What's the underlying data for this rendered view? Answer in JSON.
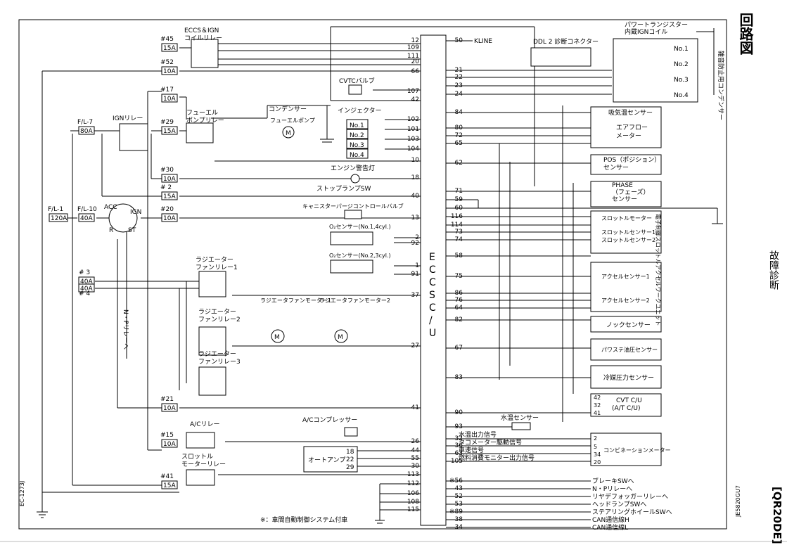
{
  "page": {
    "title_vertical": "回路図",
    "section_vertical": "故障診断",
    "model_vertical": "[QR20DE]",
    "left_code": "EC-1273J",
    "right_code": "JE5820GU7",
    "footnote": "※：車間自動制御システム付車"
  },
  "ecu": {
    "label_letters": [
      "E",
      "C",
      "C",
      "S",
      "C",
      "/",
      "U"
    ],
    "left_pins": [
      "12",
      "109",
      "111",
      "20",
      "66",
      "107",
      "42",
      "102",
      "101",
      "103",
      "104",
      "10",
      "18",
      "40",
      "13",
      "2",
      "92",
      "1",
      "91",
      "37",
      "27",
      "41",
      "26",
      "44",
      "55",
      "30",
      "113",
      "112",
      "106",
      "108",
      "115"
    ],
    "right_pins": [
      "50",
      "21",
      "22",
      "23",
      "24",
      "84",
      "80",
      "72",
      "65",
      "62",
      "71",
      "59",
      "60",
      "116",
      "114",
      "73",
      "74",
      "58",
      "75",
      "86",
      "76",
      "64",
      "82",
      "67",
      "83",
      "90",
      "93",
      "32",
      "36",
      "63",
      "105",
      "※56",
      "43",
      "52",
      "53",
      "※89",
      "38",
      "34"
    ],
    "kline": "KLINE"
  },
  "fuses": [
    {
      "id": "#45",
      "rating": "15A"
    },
    {
      "id": "#52",
      "rating": "10A"
    },
    {
      "id": "#17",
      "rating": "10A"
    },
    {
      "id": "#29",
      "rating": "15A"
    },
    {
      "id": "#30",
      "rating": "10A"
    },
    {
      "id": "# 2",
      "rating": "15A"
    },
    {
      "id": "#20",
      "rating": "10A"
    },
    {
      "id": "F/L-7",
      "rating": "80A"
    },
    {
      "id": "F/L-1",
      "rating": "120A"
    },
    {
      "id": "F/L-10",
      "rating": "40A"
    },
    {
      "id": "# 3",
      "rating": "40A"
    },
    {
      "id": "# 4",
      "rating": "40A"
    },
    {
      "id": "#21",
      "rating": "10A"
    },
    {
      "id": "#15",
      "rating": "10A"
    },
    {
      "id": "#41",
      "rating": "15A"
    }
  ],
  "left_components": {
    "eccs_relay": "ECCS＆IGN\nコイルリレー",
    "ign_relay": "IGNリレー",
    "fuel_pump_relay": "フューエル\nポンプリレー",
    "condenser": "コンデンサー",
    "fuel_pump": "フューエルポンプ",
    "cvtc_valve": "CVTCバルブ",
    "injector": "インジェクター",
    "injectors": [
      "No.1",
      "No.2",
      "No.3",
      "No.4"
    ],
    "engine_warning_lamp": "エンジン警告灯",
    "stop_lamp_sw": "ストップランプSW",
    "canister_valve": "キャニスターパージコントロールバルブ",
    "o2_sensor_1": "O₂センサー(No.1,4cyl.)",
    "o2_sensor_2": "O₂センサー(No.2,3cyl.)",
    "ignition_switch": [
      "ACC",
      "IGN",
      "ST",
      "R"
    ],
    "radiator_fan_relay_1": "ラジエーター\nファンリレー1",
    "radiator_fan_relay_2": "ラジエーター\nファンリレー2",
    "radiator_fan_relay_3": "ラジエーター\nファンリレー3",
    "fan_motor_1": "ラジエータファンモーター1",
    "fan_motor_2": "ラジエータファンモーター2",
    "np_relay": "N・Pリレーへ",
    "ac_relay": "A/Cリレー",
    "ac_compressor": "A/Cコンプレッサー",
    "auto_amp": "オートアンプ",
    "auto_amp_pins": [
      "18",
      "22",
      "29"
    ],
    "throttle_relay": "スロットル\nモーターリレー"
  },
  "right_components": {
    "ddl2": "DDL 2 診断コネクター",
    "power_transistor": "パワートランジスター\n内蔵IGNコイル",
    "coil_outputs": [
      "No.1",
      "No.2",
      "No.3",
      "No.4"
    ],
    "noise_condenser": "雑音防止用コンデンサー",
    "intake_temp": "吸気温センサー",
    "airflow": "エアフロー\nメーター",
    "pos_sensor": "POS（ポジション）\nセンサー",
    "phase_sensor": "PHASE\n（フェーズ）\nセンサー",
    "throttle_motor": "スロットルモーター",
    "throttle_sensor_1": "スロットルセンサー1",
    "throttle_sensor_2": "スロットルセンサー2",
    "throttle_unit": "電子制御スロットル",
    "accel_sensor_1": "アクセルセンサー1",
    "accel_sensor_2": "アクセルセンサー2",
    "accel_unit": "アクセルワークユニット",
    "knock_sensor": "ノックセンサー",
    "ps_sensor": "パワステ油圧センサー",
    "refrigerant_sensor": "冷媒圧力センサー",
    "cvt_cu": "CVT C/U\n(A/T C/U)",
    "cvt_pins": [
      "42",
      "32",
      "41"
    ],
    "water_temp_sensor": "水温センサー",
    "meter_signals": [
      "水温出力信号",
      "タコメーター駆動信号",
      "車速信号",
      "燃料消費モニター出力信号"
    ],
    "combination_meter": "コンビネーションメーター",
    "meter_pins": [
      "2",
      "5",
      "34",
      "20"
    ],
    "bottom_signals": [
      "ブレーキSWへ",
      "N・Pリレーへ",
      "リヤデフォッガーリレーへ",
      "ヘッドランプSWへ",
      "ステアリングホイールSWへ",
      "CAN通信線H",
      "CAN通信線L"
    ]
  }
}
